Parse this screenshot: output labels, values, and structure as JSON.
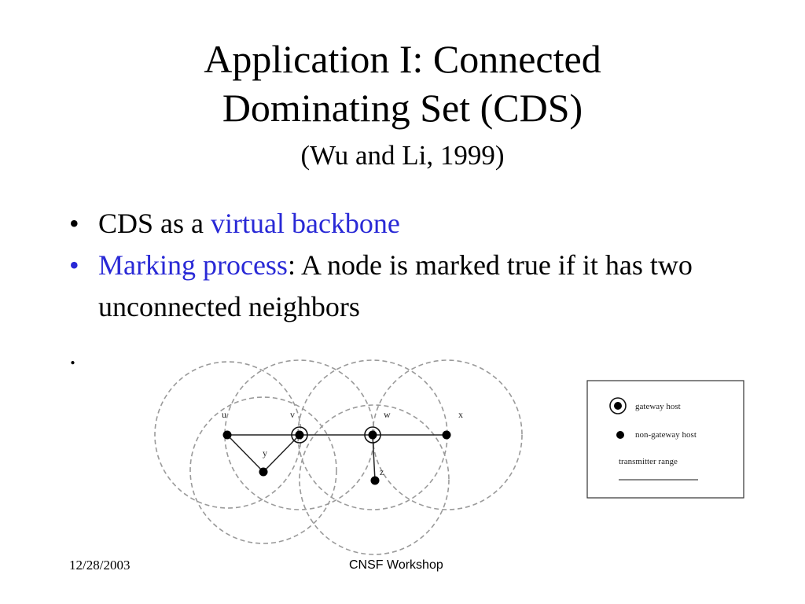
{
  "slide": {
    "title_line1": "Application I: Connected",
    "title_line2": "Dominating Set (CDS)",
    "subtitle": "(Wu and Li, 1999)"
  },
  "bullets": [
    {
      "bullet": "•",
      "prefix": "CDS as a ",
      "highlight": "virtual backbone",
      "suffix": ""
    },
    {
      "bullet": "•",
      "prefix": "",
      "highlight": "Marking process",
      "suffix": ": A node is marked true if it has two unconnected neighbors"
    },
    {
      "bullet": "."
    }
  ],
  "diagram": {
    "nodes": [
      {
        "id": "u",
        "label": "u",
        "gateway": false
      },
      {
        "id": "v",
        "label": "v",
        "gateway": true
      },
      {
        "id": "w",
        "label": "w",
        "gateway": true
      },
      {
        "id": "x",
        "label": "x",
        "gateway": false
      },
      {
        "id": "y",
        "label": "y",
        "gateway": false
      },
      {
        "id": "z",
        "label": "z",
        "gateway": false
      }
    ],
    "edges": [
      [
        "u",
        "v"
      ],
      [
        "v",
        "w"
      ],
      [
        "w",
        "x"
      ],
      [
        "u",
        "y"
      ],
      [
        "y",
        "v"
      ],
      [
        "w",
        "z"
      ]
    ],
    "legend": {
      "gateway_label": "gateway host",
      "non_gateway_label": "non-gateway host",
      "range_label": "transmitter range"
    }
  },
  "footer": {
    "date": "12/28/2003",
    "event": "CNSF Workshop"
  },
  "colors": {
    "accent": "#2929d6",
    "text": "#000000",
    "range_circle": "#9a9a9a"
  }
}
